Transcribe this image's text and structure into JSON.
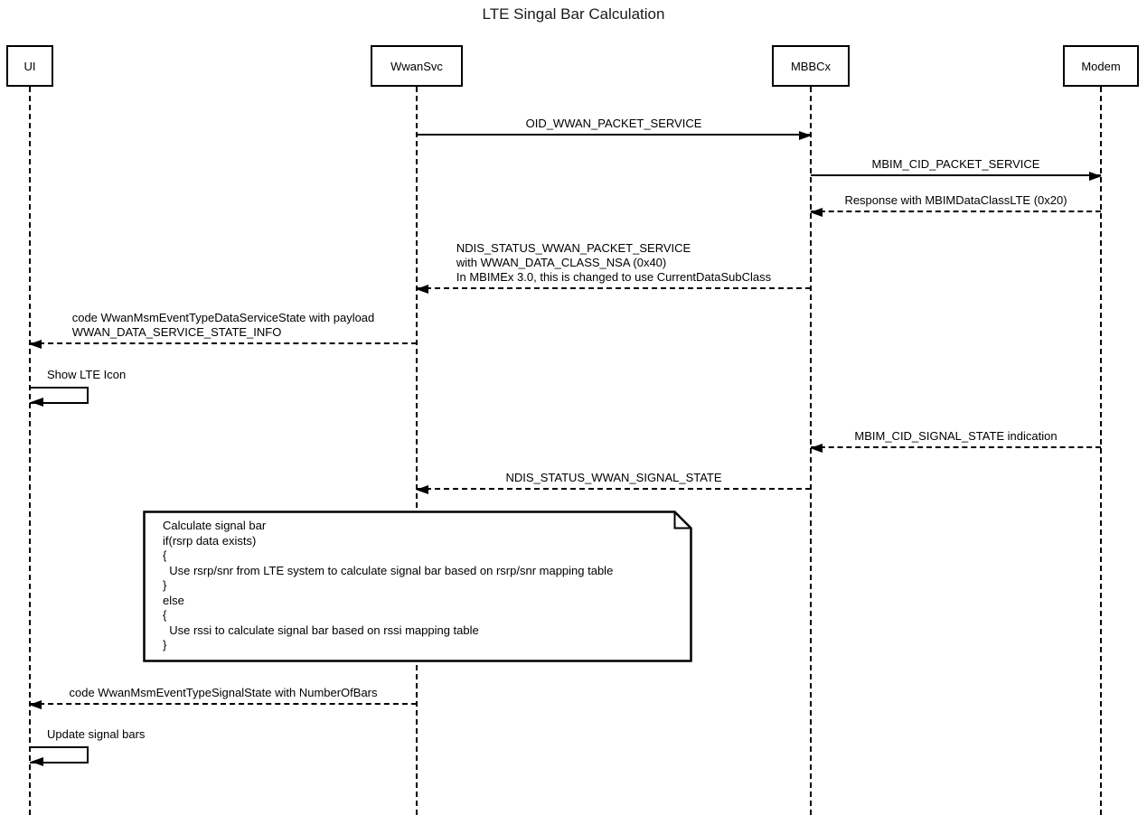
{
  "title": "LTE Singal Bar Calculation",
  "diagram_type": "uml-sequence",
  "actors": [
    {
      "name": "UI"
    },
    {
      "name": "WwanSvc"
    },
    {
      "name": "MBBCx"
    },
    {
      "name": "Modem"
    }
  ],
  "messages": [
    {
      "label": "OID_WWAN_PACKET_SERVICE",
      "from": "WwanSvc",
      "to": "MBBCx",
      "style": "solid"
    },
    {
      "label": "MBIM_CID_PACKET_SERVICE",
      "from": "MBBCx",
      "to": "Modem",
      "style": "solid"
    },
    {
      "label": "Response with MBIMDataClassLTE (0x20)",
      "from": "Modem",
      "to": "MBBCx",
      "style": "dashed"
    },
    {
      "lines": [
        "NDIS_STATUS_WWAN_PACKET_SERVICE",
        "with WWAN_DATA_CLASS_NSA (0x40)",
        "In MBIMEx 3.0, this is changed to use CurrentDataSubClass"
      ],
      "from": "MBBCx",
      "to": "WwanSvc",
      "style": "dashed"
    },
    {
      "lines": [
        "code WwanMsmEventTypeDataServiceState with payload",
        "WWAN_DATA_SERVICE_STATE_INFO"
      ],
      "from": "WwanSvc",
      "to": "UI",
      "style": "dashed"
    },
    {
      "label": "Show LTE Icon",
      "from": "UI",
      "to": "UI",
      "style": "self"
    },
    {
      "label": "MBIM_CID_SIGNAL_STATE indication",
      "from": "Modem",
      "to": "MBBCx",
      "style": "dashed"
    },
    {
      "label": "NDIS_STATUS_WWAN_SIGNAL_STATE",
      "from": "MBBCx",
      "to": "WwanSvc",
      "style": "dashed"
    },
    {
      "label": "code WwanMsmEventTypeSignalState with NumberOfBars",
      "from": "WwanSvc",
      "to": "UI",
      "style": "dashed"
    },
    {
      "label": "Update signal bars",
      "from": "UI",
      "to": "UI",
      "style": "self"
    }
  ],
  "note": {
    "lines": [
      "Calculate signal bar",
      "if(rsrp data exists)",
      "{",
      "  Use rsrp/snr from LTE system to calculate signal bar based on rsrp/snr mapping table",
      "}",
      "else",
      "{",
      "  Use rssi to calculate signal bar based on rssi mapping table",
      "}"
    ]
  }
}
